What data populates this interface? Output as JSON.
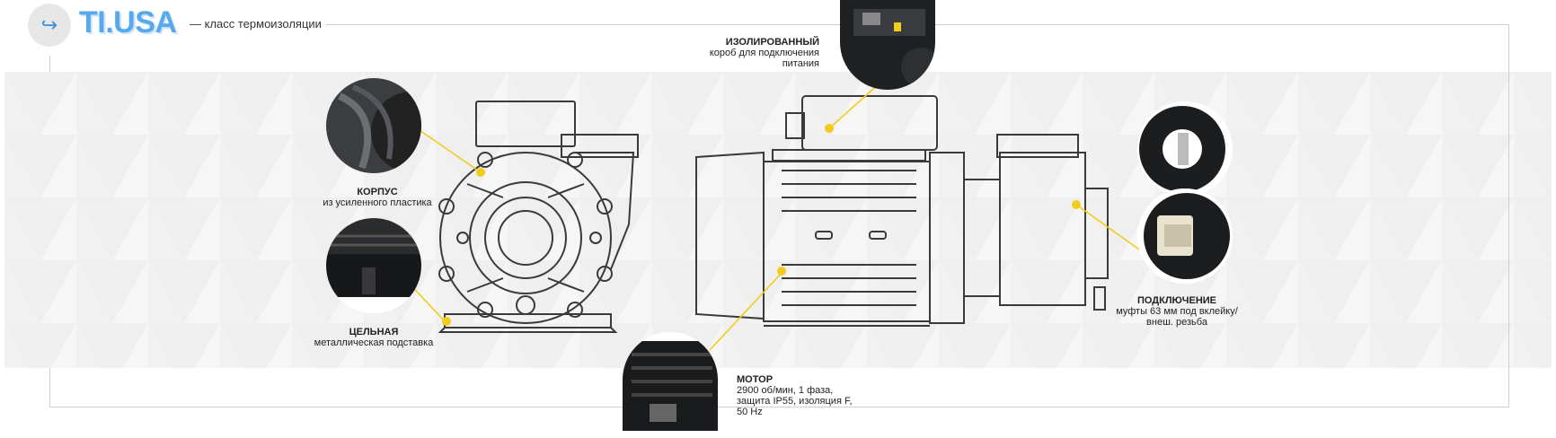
{
  "header": {
    "logo_icon": "return-arrow-icon",
    "logo_glyph": "↪",
    "brand": "TI.USA",
    "tagline": "— класс термоизоляции",
    "accent_color": "#58a8ee"
  },
  "callouts": {
    "korpus": {
      "title": "КОРПУС",
      "text": "из усиленного пластика"
    },
    "celnaya": {
      "title": "ЦЕЛЬНАЯ",
      "text": "металлическая подставка"
    },
    "izolirovanny": {
      "title": "ИЗОЛИРОВАННЫЙ",
      "text1": "короб для подключения",
      "text2": "питания"
    },
    "motor": {
      "title": "МОТОР",
      "text1": "2900 об/мин, 1 фаза,",
      "text2": "защита IP55, изоляция F,",
      "text3": "50 Hz"
    },
    "podkluchenie": {
      "title": "ПОДКЛЮЧЕНИЕ",
      "text1": "муфты 63 мм под вклейку/",
      "text2": "внеш. резьба"
    }
  },
  "colors": {
    "marker": "#f2cc1d",
    "outline": "#3a3a3a",
    "band": "#f3f3f3"
  }
}
